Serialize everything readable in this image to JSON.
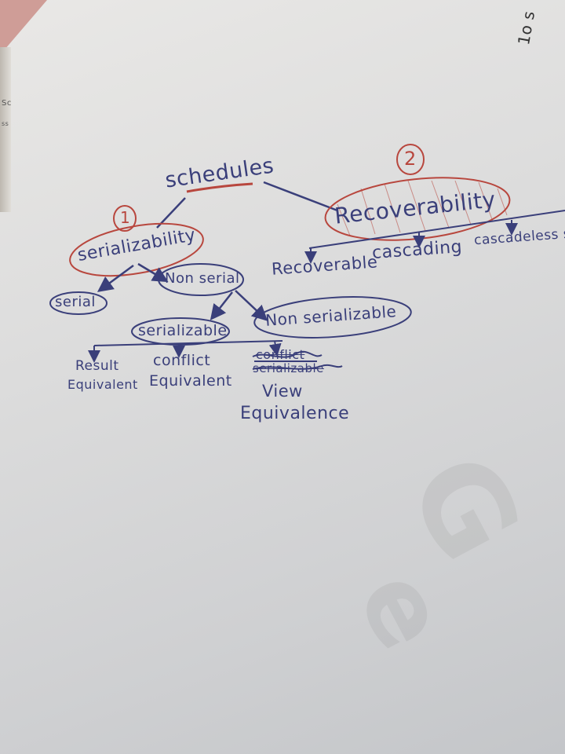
{
  "diagram": {
    "root": "schedules",
    "branch_1": {
      "number": "1",
      "label": "serializability",
      "children": {
        "serial": "serial",
        "nonserial": "Non serial"
      },
      "nonserial_children": {
        "serializable": "serializable",
        "non_serializable": "Non serializable"
      },
      "serializable_types": {
        "result_line1": "Result",
        "result_line2": "Equivalent",
        "conflict_line1": "conflict",
        "conflict_line2": "Equivalent",
        "struck_line1": "conflict",
        "struck_line2": "serializable",
        "view_line1": "View",
        "view_line2": "Equivalence"
      }
    },
    "branch_2": {
      "number": "2",
      "label": "Recoverability",
      "children": {
        "recoverable": "Recoverable",
        "cascading": "cascading",
        "cascadeless": "cascadeless s"
      }
    },
    "corner_mark": "1o s",
    "margin_marks": [
      "Sc",
      "ss"
    ]
  },
  "colors": {
    "ink_blue": "#3a3f7a",
    "ink_red": "#b8473e"
  }
}
